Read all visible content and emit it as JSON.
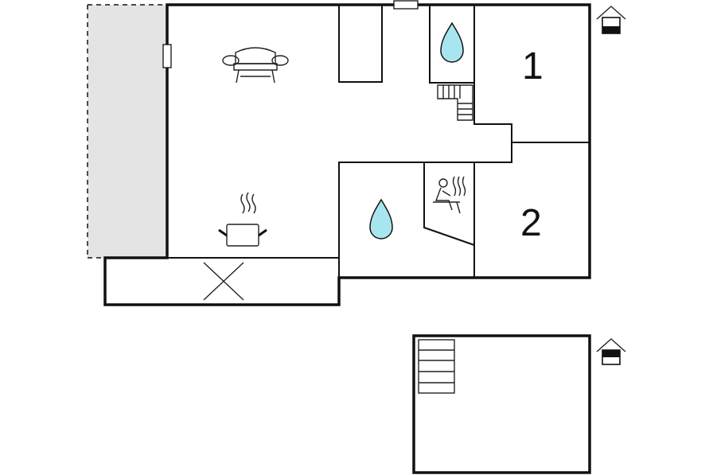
{
  "floor_plan": {
    "main_floor": {
      "level_icon": "house-level-ground-icon",
      "rooms": [
        {
          "id": "living",
          "icon": "sofa-icon"
        },
        {
          "id": "kitchen",
          "icon": "cooking-pot-icon"
        },
        {
          "id": "bathroom-top",
          "icon": "water-drop-icon"
        },
        {
          "id": "bathroom-bottom",
          "icon": "water-drop-icon"
        },
        {
          "id": "sauna",
          "icon": "sauna-icon"
        },
        {
          "id": "bedroom-1",
          "label": "1"
        },
        {
          "id": "bedroom-2",
          "label": "2"
        }
      ],
      "terrace": {
        "style": "dashed",
        "fill": "#e4e4e4"
      },
      "water_color": "#a8e6ef"
    },
    "upper_floor": {
      "level_icon": "house-level-upper-icon",
      "feature": "stairs-icon"
    }
  }
}
